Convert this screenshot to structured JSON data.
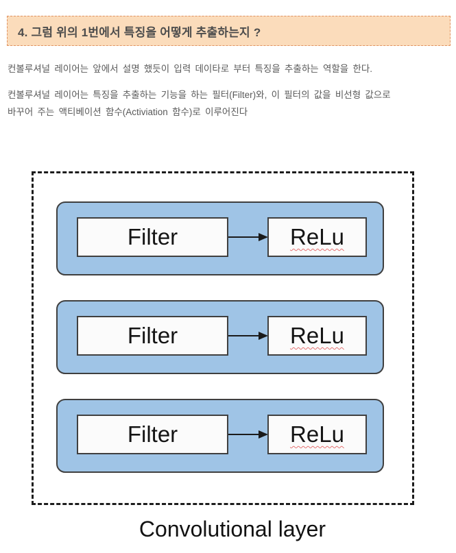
{
  "header": {
    "title": "4. 그럼 위의 1번에서 특징을 어떻게 추출하는지 ?"
  },
  "paragraphs": {
    "p1": "컨볼루셔널 레이어는 앞에서 설명 했듯이 입력 데이타로 부터 특징을 추출하는 역할을 한다.",
    "p2_line1": "컨볼루셔널 레이어는 특징을 추출하는 기능을 하는 필터(Filter)와, 이 필터의 값을 비선형 값으로",
    "p2_line2": "바꾸어 주는 액티베이션 함수(Activiation 함수)로 이루어진다"
  },
  "diagram": {
    "rows": [
      {
        "filter": "Filter",
        "relu": "ReLu"
      },
      {
        "filter": "Filter",
        "relu": "ReLu"
      },
      {
        "filter": "Filter",
        "relu": "ReLu"
      }
    ],
    "caption": "Convolutional layer"
  },
  "colors": {
    "header_background": "#fbdcbb",
    "header_border": "#e0915f",
    "header_text": "#4c4c4c",
    "body_text": "#595959",
    "block_fill_blue": "#9fc4e6",
    "box_border": "#3f3f3f",
    "white_box_fill": "#fbfbfb",
    "dashed_border": "#1c1c1c",
    "wavy_underline": "#e57373"
  }
}
